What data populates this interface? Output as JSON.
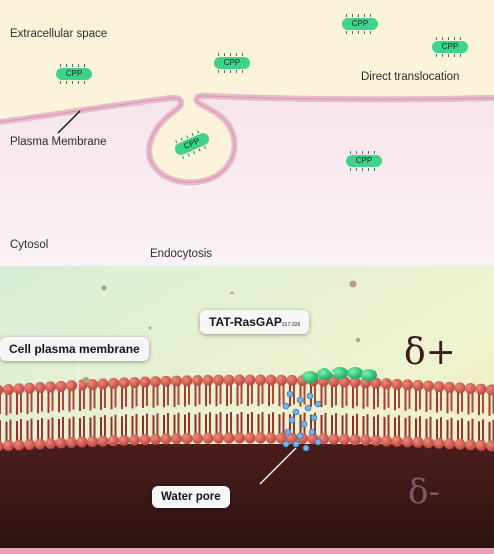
{
  "top_panel": {
    "extracellular_label": "Extracellular space",
    "direct_translocation_label": "Direct translocation",
    "plasma_membrane_label": "Plasma Membrane",
    "cytosol_label": "Cytosol",
    "endocytosis_label": "Endocytosis",
    "cpp_label": "CPP",
    "colors": {
      "extracellular": "#fbf3da",
      "cytosol": "#f6e5ec",
      "membrane": "#e8bccd",
      "cpp": "#3dd38a"
    }
  },
  "bottom_panel": {
    "cell_membrane_label": "Cell plasma membrane",
    "peptide_label": "TAT-RasGAP",
    "peptide_subscript": "317-326",
    "water_pore_label": "Water pore",
    "charge_positive": "δ+",
    "charge_negative": "δ-",
    "colors": {
      "extracellular": "#e9f2d2",
      "membrane_head": "#d45a4e",
      "membrane_tail": "#a63a33",
      "interior": "#3a1717",
      "peptide": "#22c46f",
      "water": "#5aa7e0",
      "positive": "#3a1a1a",
      "negative": "#7a5a68"
    }
  }
}
